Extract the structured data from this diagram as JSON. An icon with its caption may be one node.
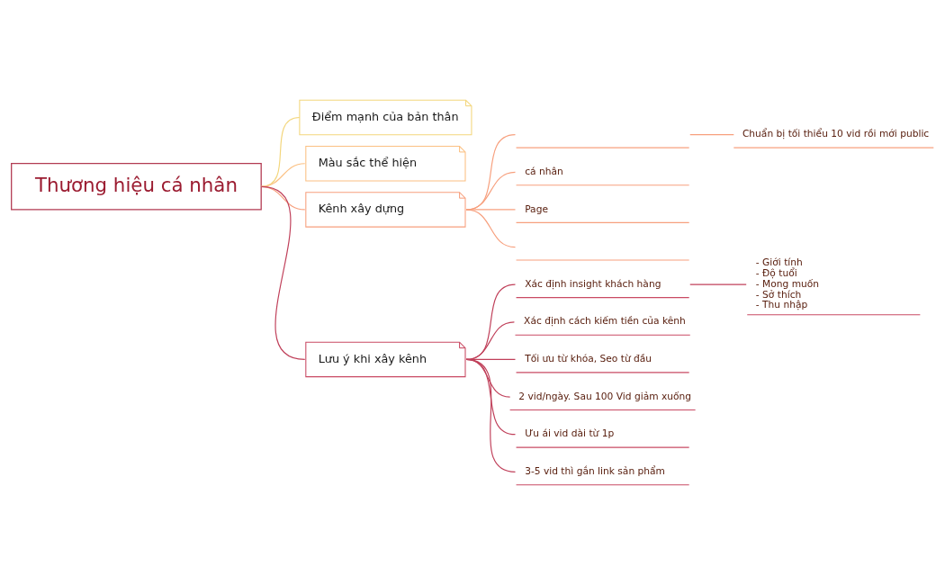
{
  "diagram": {
    "nodes": [
      {
        "text": [
          "Thương hiệu cá nhân"
        ]
      },
      {
        "text": [
          "Điểm mạnh của bản thân"
        ]
      },
      {
        "text": [
          "Màu sắc thể hiện"
        ]
      },
      {
        "text": [
          "Kênh xây dựng"
        ]
      },
      {
        "text": [],
        "shape": "underline"
      },
      {
        "text": [
          "Chuẩn bị tối thiểu 10 vid rồi mới public"
        ]
      },
      {
        "text": [
          "cá nhân"
        ]
      },
      {
        "text": [
          "Page"
        ]
      },
      {
        "text": [],
        "shape": "underline"
      },
      {
        "text": [
          "Lưu ý khi xây kênh"
        ]
      },
      {
        "text": [
          "Xác định insight khách hàng"
        ]
      },
      {
        "text": [
          "- Giới tính",
          "- Độ tuổi",
          "- Mong muốn",
          "- Sở thích",
          "- Thu nhập"
        ]
      },
      {
        "text": [
          "Xác định cách kiếm tiền của kênh"
        ]
      },
      {
        "text": [
          "Tối ưu từ khóa, Seo từ đầu"
        ]
      },
      {
        "text": [
          "2 vid/ngày. Sau 100 Vid giảm xuống"
        ]
      },
      {
        "text": [
          "Ưu ái vid dài từ 1p"
        ]
      },
      {
        "text": [
          "3-5 vid thì gắn link sản phẩm"
        ]
      }
    ],
    "edges": [
      {
        "from": 0,
        "to": 1,
        "arrow": "none",
        "color": "#f3d67c"
      },
      {
        "from": 0,
        "to": 2,
        "arrow": "none",
        "color": "#fbc083"
      },
      {
        "from": 0,
        "to": 3,
        "arrow": "none",
        "color": "#f7a07e"
      },
      {
        "from": 3,
        "to": 4,
        "arrow": "none",
        "color": "#f7a07e"
      },
      {
        "from": 4,
        "to": 5,
        "arrow": "none",
        "color": "#f7a07e"
      },
      {
        "from": 3,
        "to": 6,
        "arrow": "none",
        "color": "#f7a07e"
      },
      {
        "from": 3,
        "to": 7,
        "arrow": "none",
        "color": "#f7a07e"
      },
      {
        "from": 3,
        "to": 8,
        "arrow": "none",
        "color": "#f7a07e"
      },
      {
        "from": 0,
        "to": 9,
        "arrow": "none"
      },
      {
        "from": 9,
        "to": 10,
        "arrow": "none"
      },
      {
        "from": 10,
        "to": 11,
        "arrow": "none"
      },
      {
        "from": 9,
        "to": 12,
        "arrow": "none"
      },
      {
        "from": 9,
        "to": 13,
        "arrow": "none"
      },
      {
        "from": 9,
        "to": 14,
        "arrow": "none"
      },
      {
        "from": 9,
        "to": 15,
        "arrow": "none"
      },
      {
        "from": 9,
        "to": 16,
        "arrow": "none"
      }
    ]
  }
}
